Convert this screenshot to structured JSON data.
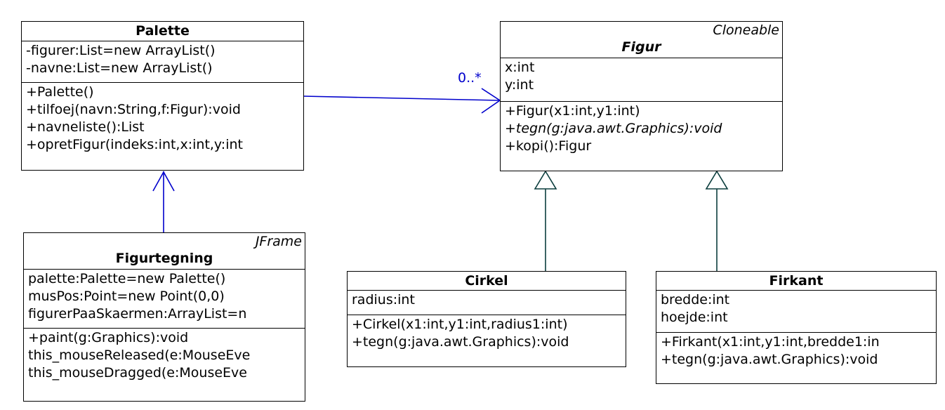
{
  "diagram": {
    "kind": "uml-class-diagram",
    "background": "#ffffff",
    "line_color_inheritance": "#0b3d3d",
    "line_color_association": "#0000cc",
    "border_color": "#000000"
  },
  "classes": {
    "palette": {
      "name": "Palette",
      "stereotype": "",
      "attributes": [
        "-figurer:List=new ArrayList()",
        "-navne:List=new ArrayList()"
      ],
      "operations": [
        "+Palette()",
        "+tilfoej(navn:String,f:Figur):void",
        "+navneliste():List",
        "+opretFigur(indeks:int,x:int,y:int"
      ]
    },
    "figur": {
      "name": "Figur",
      "stereotype": "Cloneable",
      "attributes": [
        "x:int",
        "y:int"
      ],
      "operations": [
        "+Figur(x1:int,y1:int)",
        "+tegn(g:java.awt.Graphics):void",
        "+kopi():Figur"
      ]
    },
    "figurtegning": {
      "name": "Figurtegning",
      "stereotype": "JFrame",
      "attributes": [
        "palette:Palette=new Palette()",
        "musPos:Point=new Point(0,0)",
        "figurerPaaSkaermen:ArrayList=n"
      ],
      "operations": [
        "+paint(g:Graphics):void",
        "this_mouseReleased(e:MouseEve",
        "this_mouseDragged(e:MouseEve"
      ]
    },
    "cirkel": {
      "name": "Cirkel",
      "stereotype": "",
      "attributes": [
        "radius:int"
      ],
      "operations": [
        "+Cirkel(x1:int,y1:int,radius1:int)",
        "+tegn(g:java.awt.Graphics):void"
      ]
    },
    "firkant": {
      "name": "Firkant",
      "stereotype": "",
      "attributes": [
        "bredde:int",
        "hoejde:int"
      ],
      "operations": [
        "+Firkant(x1:int,y1:int,bredde1:in",
        "+tegn(g:java.awt.Graphics):void"
      ]
    }
  },
  "relationships": {
    "palette_to_figur": {
      "label": "0..*",
      "type": "association"
    },
    "figurtegning_to_palette": {
      "label": "",
      "type": "association"
    },
    "cirkel_to_figur": {
      "label": "",
      "type": "generalization"
    },
    "firkant_to_figur": {
      "label": "",
      "type": "generalization"
    }
  }
}
